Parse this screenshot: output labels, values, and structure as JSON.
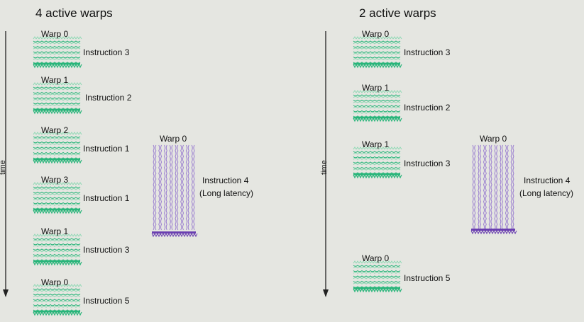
{
  "panels": [
    {
      "title": "4 active warps",
      "time_label": "time",
      "short_warps": [
        {
          "warp": "Warp 0",
          "instruction": "Instruction 3"
        },
        {
          "warp": "Warp 1",
          "instruction": "Instruction 2"
        },
        {
          "warp": "Warp 2",
          "instruction": "Instruction 1"
        },
        {
          "warp": "Warp 3",
          "instruction": "Instruction 1"
        },
        {
          "warp": "Warp 1",
          "instruction": "Instruction 3"
        },
        {
          "warp": "Warp 0",
          "instruction": "Instruction 5"
        }
      ],
      "long_warp": {
        "warp": "Warp 0",
        "instruction": "Instruction 4",
        "note": "(Long latency)"
      }
    },
    {
      "title": "2 active warps",
      "time_label": "time",
      "short_warps": [
        {
          "warp": "Warp 0",
          "instruction": "Instruction 3"
        },
        {
          "warp": "Warp 1",
          "instruction": "Instruction 2"
        },
        {
          "warp": "Warp 1",
          "instruction": "Instruction 3"
        },
        {
          "warp": "Warp 0",
          "instruction": "Instruction 5"
        }
      ],
      "long_warp": {
        "warp": "Warp 0",
        "instruction": "Instruction 4",
        "note": "(Long latency)"
      }
    }
  ],
  "colors": {
    "background": "#e5e6e1",
    "short_warp": "#29b57a",
    "short_warp_light": "#8fd9b4",
    "long_warp": "#9b7fd0",
    "long_warp_dark": "#6a3fb0",
    "axis": "#222222"
  }
}
